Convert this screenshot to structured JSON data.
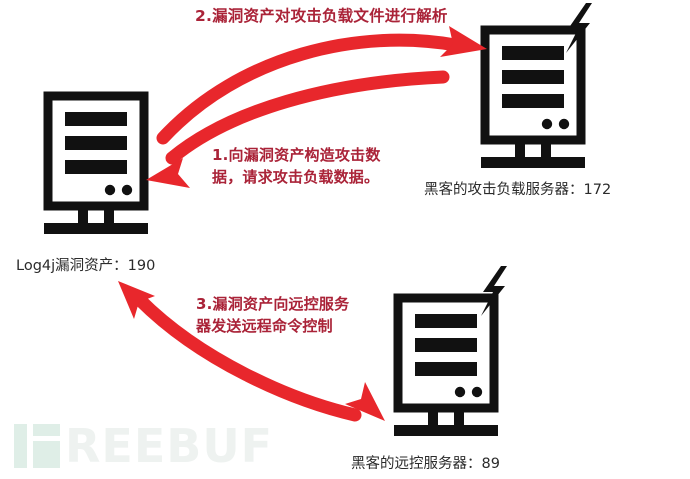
{
  "diagram": {
    "title": "Log4j vulnerability attack flow",
    "accent_red": "#e8272c",
    "text_red": "#aa2338",
    "node_black": "#111111",
    "watermark_green": "#dfeee7",
    "watermark_gray": "#eef2f0"
  },
  "steps": [
    {
      "id": "step1",
      "number": "1.",
      "line1": "1.向漏洞资产构造攻击数",
      "line2": "据，请求攻击负载数据。",
      "direction": "payload-server-to-log4j-asset"
    },
    {
      "id": "step2",
      "number": "2.",
      "line1": "2.漏洞资产对攻击负载文件进行解析",
      "line2": "",
      "direction": "log4j-asset-to-payload-server"
    },
    {
      "id": "step3",
      "number": "3.",
      "line1": "3.漏洞资产向远控服务",
      "line2": "器发送远程命令控制",
      "direction": "log4j-asset-to-c2-server"
    }
  ],
  "nodes": [
    {
      "id": "log4j-asset",
      "caption": "Log4j漏洞资产：190",
      "count": "190",
      "has_lightning": false
    },
    {
      "id": "payload-server",
      "caption": "黑客的攻击负载服务器：172",
      "count": "172",
      "has_lightning": true
    },
    {
      "id": "c2-server",
      "caption": "黑客的远控服务器：89",
      "count": "89",
      "has_lightning": true
    }
  ],
  "watermark": {
    "text": "REEBUF",
    "full": "FREEBUF"
  }
}
